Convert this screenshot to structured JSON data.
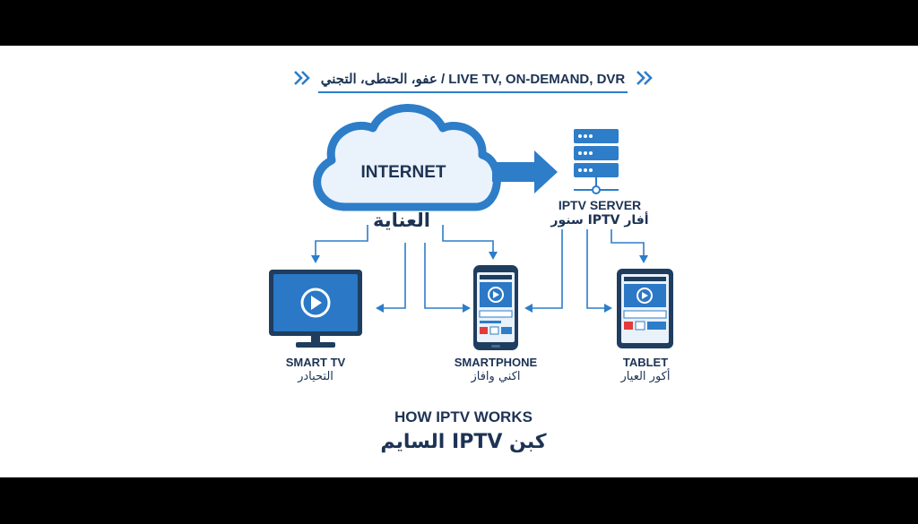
{
  "header": {
    "text": "عفو، الحتطى، التجني / LIVE TV, ON-DEMAND, DVR"
  },
  "cloud": {
    "label": "INTERNET",
    "arabic": "العناية"
  },
  "server": {
    "label": "IPTV SERVER",
    "arabic": "أفار IPTV سنور"
  },
  "devices": [
    {
      "label": "SMART TV",
      "arabic": "التحيادر"
    },
    {
      "label": "SMARTPHONE",
      "arabic": "اكني وافاز"
    },
    {
      "label": "TABLET",
      "arabic": "أكور العيار"
    }
  ],
  "footer": {
    "title": "HOW IPTV WORKS",
    "arabic": "كبن IPTV السايم"
  },
  "colors": {
    "primary": "#2d7dc9",
    "dark": "#1d3354",
    "cloud_fill": "#eaf2fb",
    "screen": "#2a78c6",
    "device_body": "#1f3d5e",
    "play_red": "#e33b3b"
  },
  "icons": [
    "cloud-icon",
    "server-icon",
    "tv-icon",
    "smartphone-icon",
    "tablet-icon",
    "play-icon",
    "chevron-right-icon"
  ]
}
